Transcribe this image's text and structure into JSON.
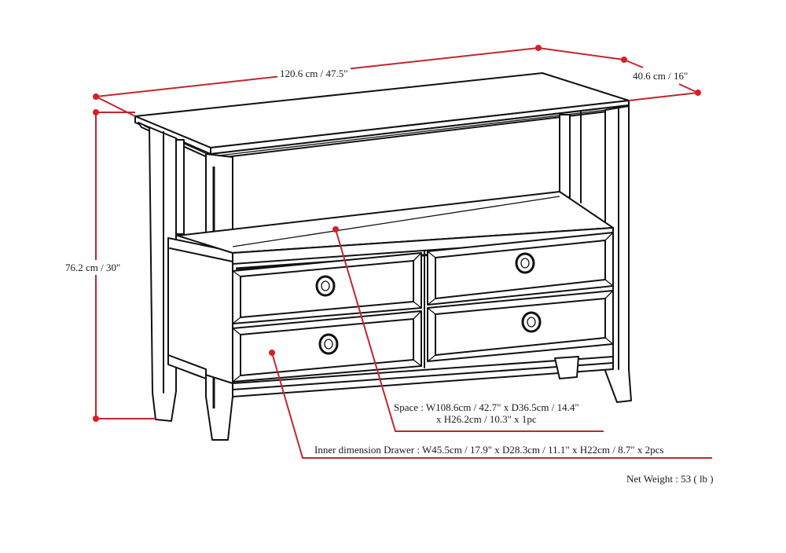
{
  "diagram": {
    "subject": "Console table dimension drawing",
    "colors": {
      "dimension_line": "#c0272d",
      "dimension_dot": "#d81e26",
      "line_art": "#111111",
      "text": "#1a1a1a",
      "background": "#ffffff"
    },
    "dimensions": {
      "width": "120.6 cm / 47.5\"",
      "depth": "40.6 cm / 16\"",
      "height": "76.2 cm / 30\""
    },
    "callouts": {
      "space": {
        "line1": "Space : W108.6cm / 42.7\" x D36.5cm / 14.4\"",
        "line2": "x H26.2cm / 10.3\" x 1pc"
      },
      "drawer": {
        "text": "Inner dimension Drawer : W45.5cm / 17.9\" x D28.3cm / 11.1\" x H22cm / 8.7\" x 2pcs"
      }
    },
    "net_weight": "Net Weight :  53 ( lb )",
    "drawers": [
      {
        "position": "top-left"
      },
      {
        "position": "bottom-left"
      },
      {
        "position": "top-right"
      },
      {
        "position": "bottom-right"
      }
    ]
  }
}
